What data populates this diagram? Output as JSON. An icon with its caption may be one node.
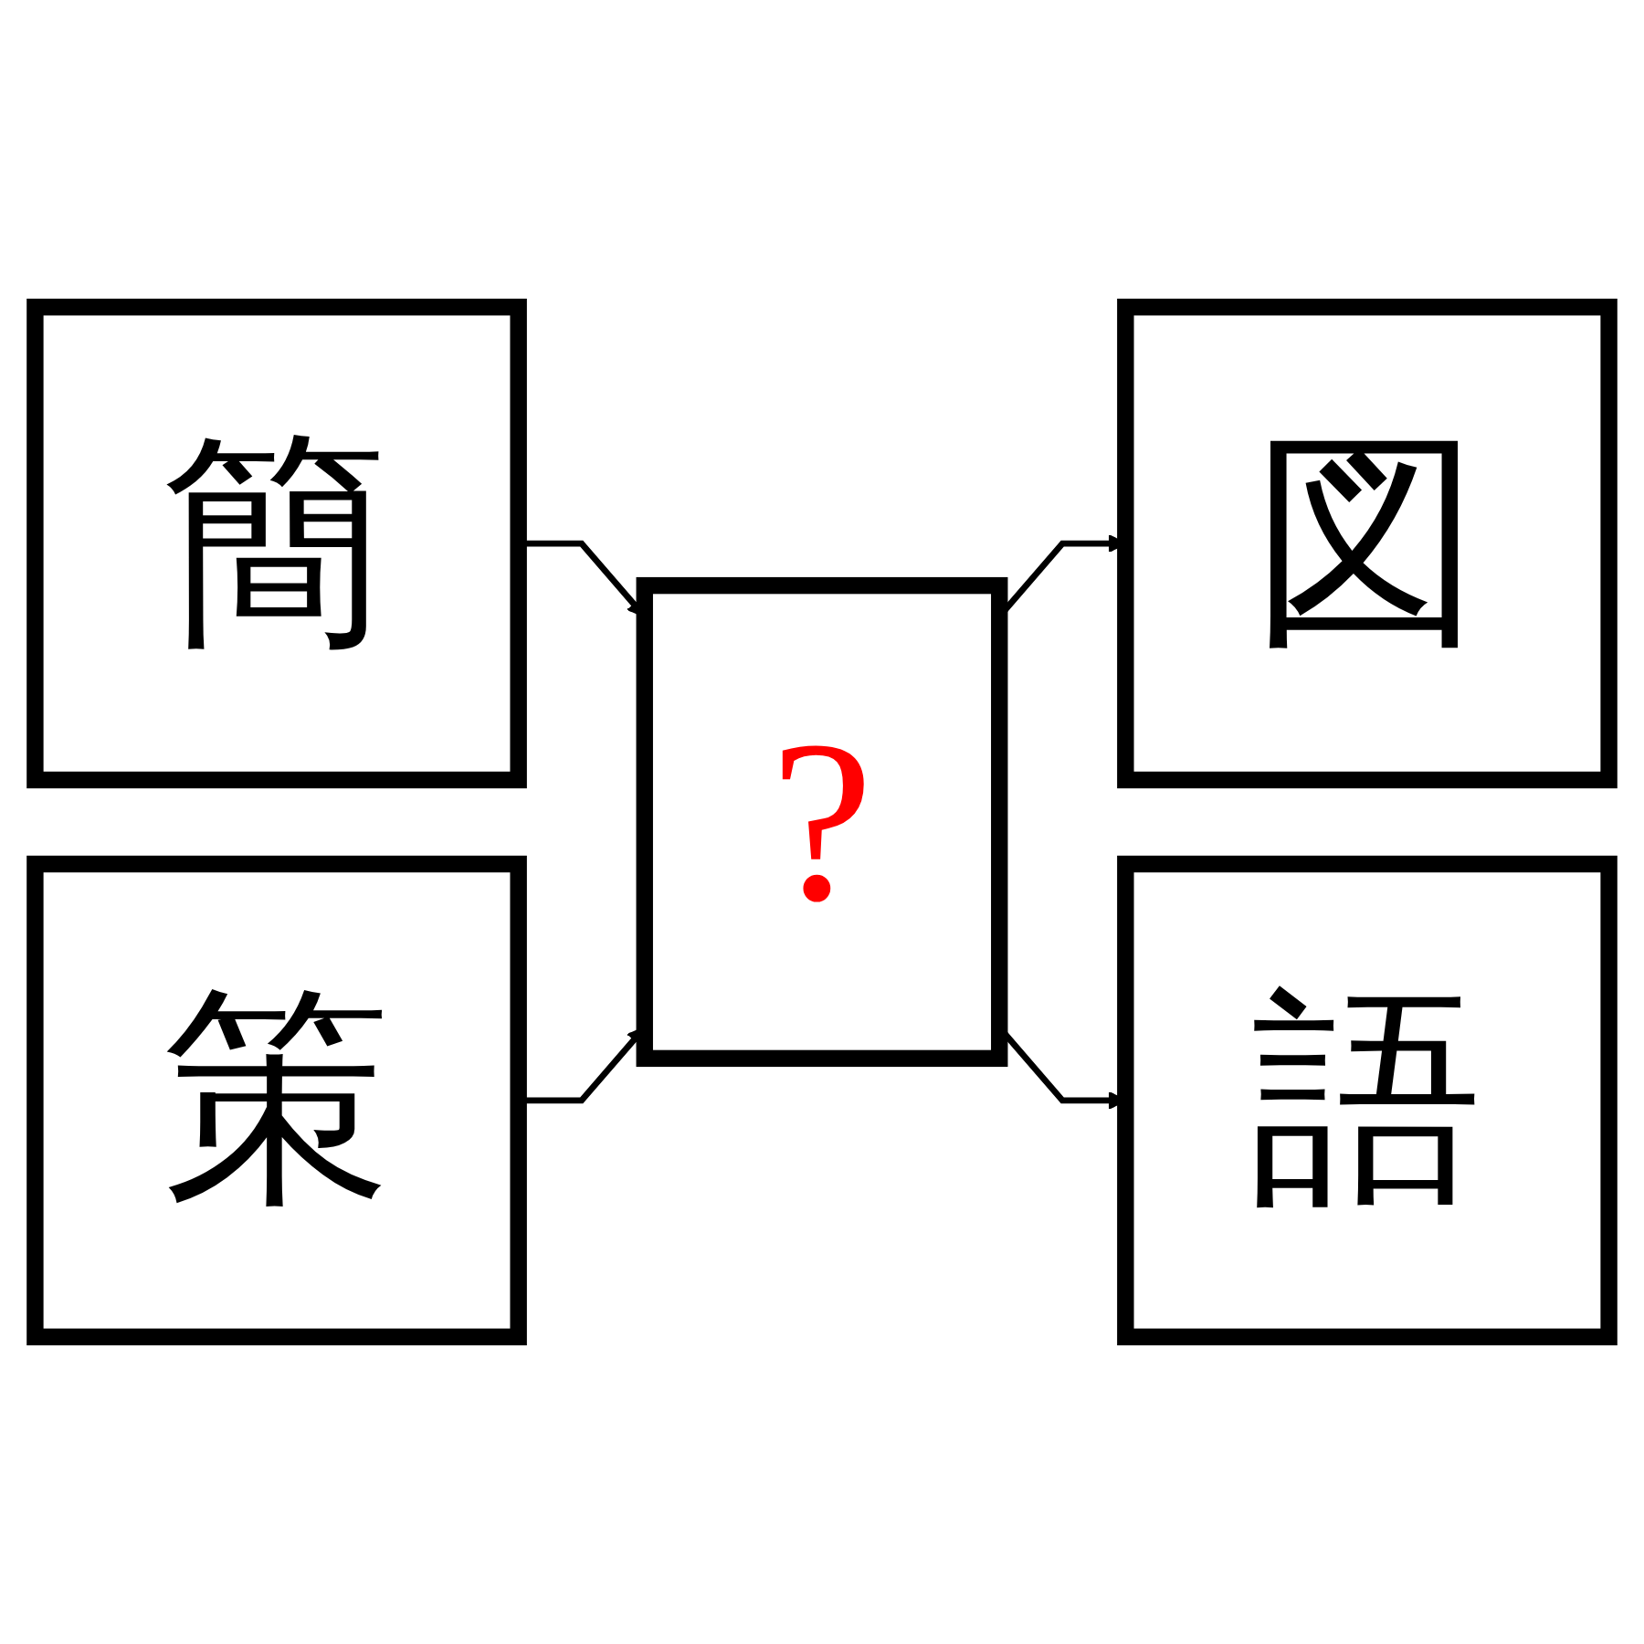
{
  "diagram": {
    "nodes": [
      {
        "text": [
          "簡"
        ]
      },
      {
        "text": [
          "策"
        ]
      },
      {
        "text": [
          "?"
        ]
      },
      {
        "text": [
          "図"
        ]
      },
      {
        "text": [
          "語"
        ]
      }
    ],
    "edges": [
      {
        "from": 0,
        "to": 2,
        "arrow": "to"
      },
      {
        "from": 1,
        "to": 2,
        "arrow": "to"
      },
      {
        "from": 2,
        "to": 3,
        "arrow": "to"
      },
      {
        "from": 2,
        "to": 4,
        "arrow": "to"
      }
    ]
  }
}
